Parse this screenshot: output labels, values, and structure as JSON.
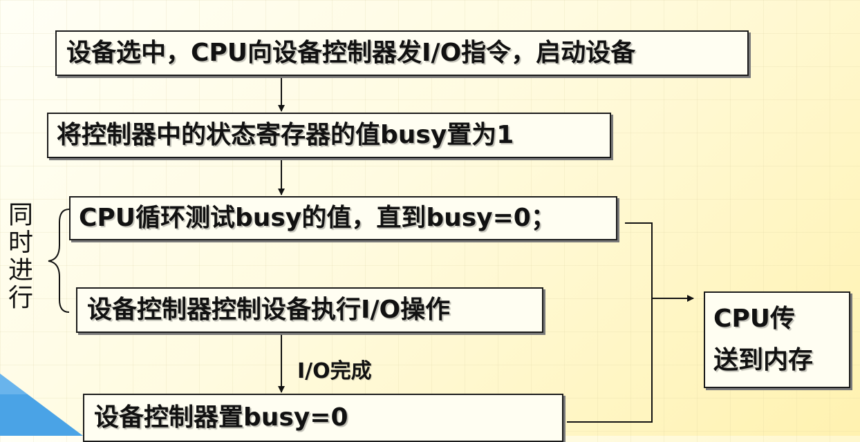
{
  "flow": {
    "step1": "设备选中，CPU向设备控制器发I/O指令，启动设备",
    "step2": "将控制器中的状态寄存器的值busy置为1",
    "step3": "CPU循环测试busy的值，直到busy=0；",
    "step4": "设备控制器控制设备执行I/O操作",
    "step5": "设备控制器置busy=0",
    "transfer_line1": "CPU传",
    "transfer_line2": "送到内存",
    "edge_label": "I/O完成"
  },
  "side_label": [
    "同",
    "时",
    "进",
    "行"
  ],
  "colors": {
    "box_border": "#1a1a1a",
    "box_fill": "#fffef2",
    "background": "#fffbe0",
    "accent_triangle": "#4aa3e6"
  }
}
